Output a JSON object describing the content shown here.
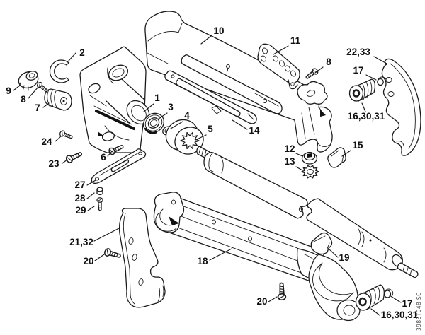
{
  "diagram": {
    "background_color": "#ffffff",
    "line_color": "#1b1b1b",
    "drawing_code": "398ET048 SC",
    "callouts": [
      {
        "label": "2"
      },
      {
        "label": "9"
      },
      {
        "label": "8"
      },
      {
        "label": "7"
      },
      {
        "label": "1"
      },
      {
        "label": "3"
      },
      {
        "label": "4"
      },
      {
        "label": "5"
      },
      {
        "label": "24"
      },
      {
        "label": "23"
      },
      {
        "label": "6"
      },
      {
        "label": "10"
      },
      {
        "label": "11"
      },
      {
        "label": "8"
      },
      {
        "label": "22,33"
      },
      {
        "label": "17"
      },
      {
        "label": "16,30,31"
      },
      {
        "label": "14"
      },
      {
        "label": "12"
      },
      {
        "label": "13"
      },
      {
        "label": "15"
      },
      {
        "label": "27"
      },
      {
        "label": "28"
      },
      {
        "label": "29"
      },
      {
        "label": "21,32"
      },
      {
        "label": "20"
      },
      {
        "label": "18"
      },
      {
        "label": "19"
      },
      {
        "label": "20"
      },
      {
        "label": "17"
      },
      {
        "label": "16,30,31"
      }
    ]
  }
}
